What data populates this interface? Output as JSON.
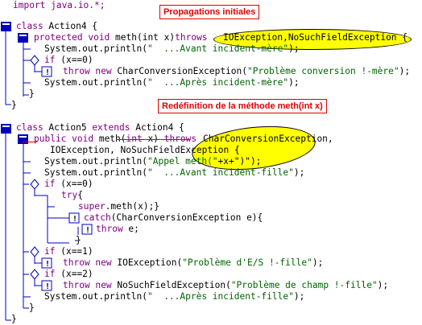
{
  "import_line": "import java.io.*;",
  "action4": {
    "class_kw": "class",
    "class_decl": " Action4 {",
    "meth_kw": "protected void",
    "meth_sig": " meth(int x)",
    "throws_kw": "throws",
    "throws_list": "IOException,NoSuchFieldException {",
    "print1_prefix": "System.out.println(",
    "print1_str": "\"  ...Avant incident-mère\"",
    "print1_suffix": ");",
    "if_kw": "if",
    "if_cond": " (x==0)",
    "throw_kw": "throw new",
    "throw_expr": " CharConversionException(",
    "throw_str": "\"Problème conversion !-mère\"",
    "throw_suffix": ");",
    "print2_prefix": "System.out.println(",
    "print2_str": "\"  ...Après incident-mère\"",
    "print2_suffix": ");",
    "close": "}"
  },
  "action5": {
    "class_kw": "class",
    "class_name": " Action5 ",
    "extends_kw": "extends",
    "extends_name": " Action4 {",
    "meth_kw": "public void",
    "meth_sig": " meth(",
    "meth_int": "int",
    "meth_x": " x)",
    "throws_kw": "throws",
    "throws_line1": "CharConversionException,",
    "throws_line2": "IOException, NoSuchFieldException {",
    "print_meth_prefix": "System.out.println(",
    "print_meth_str": "\"Appel meth(\"",
    "print_meth_suffix": "+x+\")\");",
    "print_avant_prefix": "System.out.println(",
    "print_avant_str": "\"  ...Avant incident-fille\"",
    "print_avant_suffix": ");",
    "if0_kw": "if",
    "if0_cond": " (x==0)",
    "try_kw": "try",
    "try_brace": "{",
    "super_kw": "super",
    "super_call": ".meth(x);}",
    "catch_kw": "catch",
    "catch_expr": "(CharConversionException e){",
    "throw_e_kw": "throw",
    "throw_e": " e;",
    "catch_close": "}",
    "if1_kw": "if",
    "if1_cond": " (x==1)",
    "throw1_kw": "throw new",
    "throw1_expr": " IOException(",
    "throw1_str": "\"Problème d'E/S !-fille\"",
    "throw1_suffix": ");",
    "if2_kw": "if",
    "if2_cond": " (x==2)",
    "throw2_kw": "throw new",
    "throw2_expr": " NoSuchFieldException(",
    "throw2_str": "\"Problème de champ !-fille\"",
    "throw2_suffix": ");",
    "print_apres_prefix": "System.out.println(",
    "print_apres_str": "\"  ...Après incident-fille\"",
    "print_apres_suffix": ");",
    "close": "}"
  },
  "callouts": {
    "propagations": "Propagations initiales",
    "redefinition": "Redéfinition de la méthode meth(int x)"
  },
  "colors": {
    "keyword": "#800080",
    "string": "#006400",
    "callout_text": "#e00000",
    "highlight": "#ffff00",
    "tree_lines": "#0000c0"
  }
}
